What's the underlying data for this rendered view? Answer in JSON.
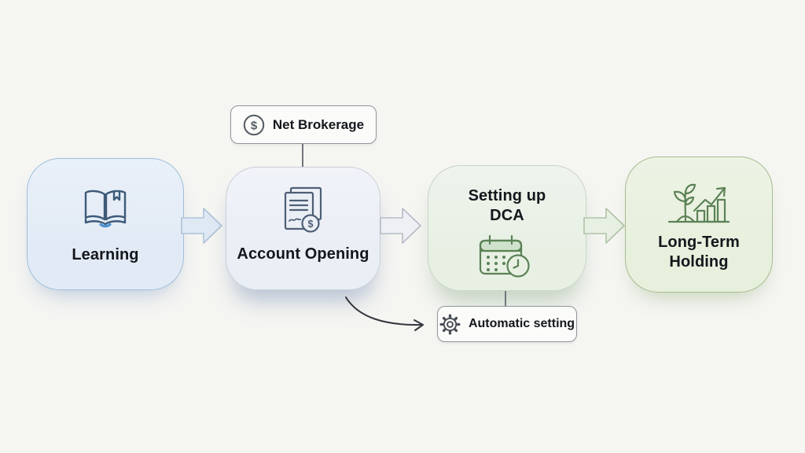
{
  "canvas": {
    "background": "#f5f5f2",
    "type": "process-flow-diagram"
  },
  "flow": {
    "steps": [
      {
        "label": "Learning",
        "icon": "open-book-icon",
        "theme": "blue"
      },
      {
        "label": "Account Opening",
        "icon": "document-signature-dollar-icon",
        "theme": "slate-blue"
      },
      {
        "line1": "Setting up",
        "line2": "DCA",
        "icon": "calendar-clock-icon",
        "theme": "green"
      },
      {
        "line1": "Long-Term",
        "line2": "Holding",
        "icon": "growth-chart-plant-icon",
        "theme": "green"
      }
    ],
    "callouts": [
      {
        "label": "Net Brokerage",
        "icon": "dollar-circle-icon",
        "attached_to": "Account Opening",
        "position": "above"
      },
      {
        "label": "Automatic setting",
        "icon": "gear-icon",
        "attached_to": "Setting up DCA",
        "position": "below"
      }
    ],
    "dollar_glyph": "$"
  },
  "colors": {
    "background": "#f5f5f2",
    "step_blue_fill": "#e2eaf5",
    "step_blue_border": "#9fbeda",
    "step_slate_fill": "#eaeef5",
    "step_slate_border": "#c9cfd9",
    "step_green_fill": "#e8f0e4",
    "step_green_border": "#c9d4c6",
    "step_green_strong_border": "#a7bd8f",
    "callout_bg": "#fbfbf9",
    "callout_border": "#8f959c",
    "text": "#14171c",
    "icon_blue": "#3d5a78",
    "icon_blue_accent": "#4a8fd4",
    "icon_slate": "#4e5f76",
    "icon_green": "#5b8256",
    "arrow_blue_fill": "#dfe9f4",
    "arrow_blue_border": "#aec3d8",
    "arrow_slate_fill": "#eef0f5",
    "arrow_slate_border": "#b6bcc7",
    "arrow_green_fill": "#e8f0e4",
    "arrow_green_border": "#b1c3a7",
    "curved_arrow": "#33373d"
  }
}
